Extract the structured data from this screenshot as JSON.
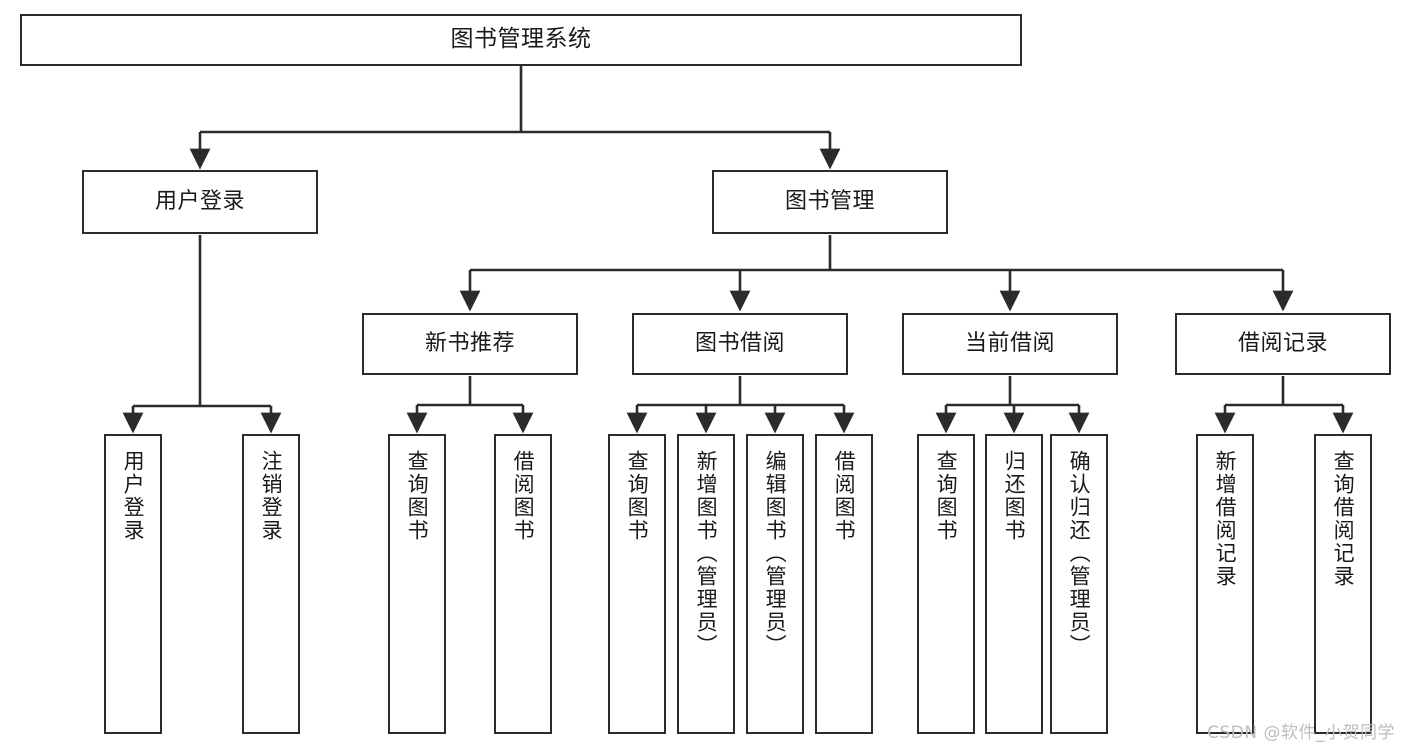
{
  "diagram": {
    "title": "图书管理系统",
    "type": "tree-hierarchy",
    "watermark": "CSDN @软件_小贺同学",
    "colors": {
      "background": "#ffffff",
      "border": "#2b2b2b",
      "text": "#1a1a1a",
      "edge": "#2b2b2b",
      "watermark": "#bdbdbd"
    },
    "levels": {
      "root": {
        "label": "图书管理系统"
      },
      "level2": [
        {
          "label": "用户登录"
        },
        {
          "label": "图书管理"
        }
      ],
      "level3": [
        {
          "label": "新书推荐"
        },
        {
          "label": "图书借阅"
        },
        {
          "label": "当前借阅"
        },
        {
          "label": "借阅记录"
        }
      ],
      "leaves": {
        "user_login": [
          {
            "label": "用户登录"
          },
          {
            "label": "注销登录"
          }
        ],
        "new_book_recommend": [
          {
            "label": "查询图书"
          },
          {
            "label": "借阅图书"
          }
        ],
        "book_borrow": [
          {
            "label": "查询图书"
          },
          {
            "label": "新增图书（管理员）"
          },
          {
            "label": "编辑图书（管理员）"
          },
          {
            "label": "借阅图书"
          }
        ],
        "current_borrow": [
          {
            "label": "查询图书"
          },
          {
            "label": "归还图书"
          },
          {
            "label": "确认归还（管理员）"
          }
        ],
        "borrow_record": [
          {
            "label": "新增借阅记录"
          },
          {
            "label": "查询借阅记录"
          }
        ]
      }
    }
  }
}
